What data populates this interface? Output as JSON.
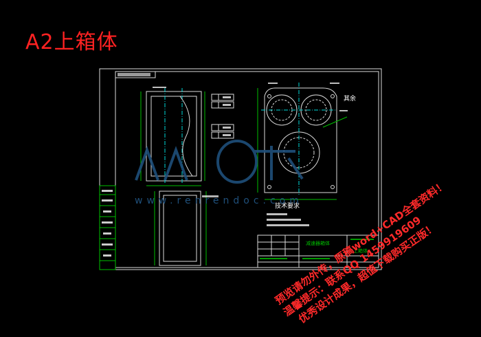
{
  "title": "A2上箱体",
  "drawing": {
    "tech_req_title": "技术要求",
    "count_label": "其余",
    "title_block_name": "减速器箱体",
    "part_name": "上箱体"
  },
  "watermark": {
    "line1": "预览请勿外传，原稿word+CAD全套资料！",
    "line2": "温馨提示：联系QQ 1459919609",
    "line3": "优秀设计成果，超值下载购买正版！",
    "site": "www.renrendoc.com"
  },
  "colors": {
    "background": "#000000",
    "frame": "#dcdcdc",
    "accent_cyan": "#00d8d8",
    "line_green": "#00c000",
    "watermark_red": "#ff2a2a"
  }
}
